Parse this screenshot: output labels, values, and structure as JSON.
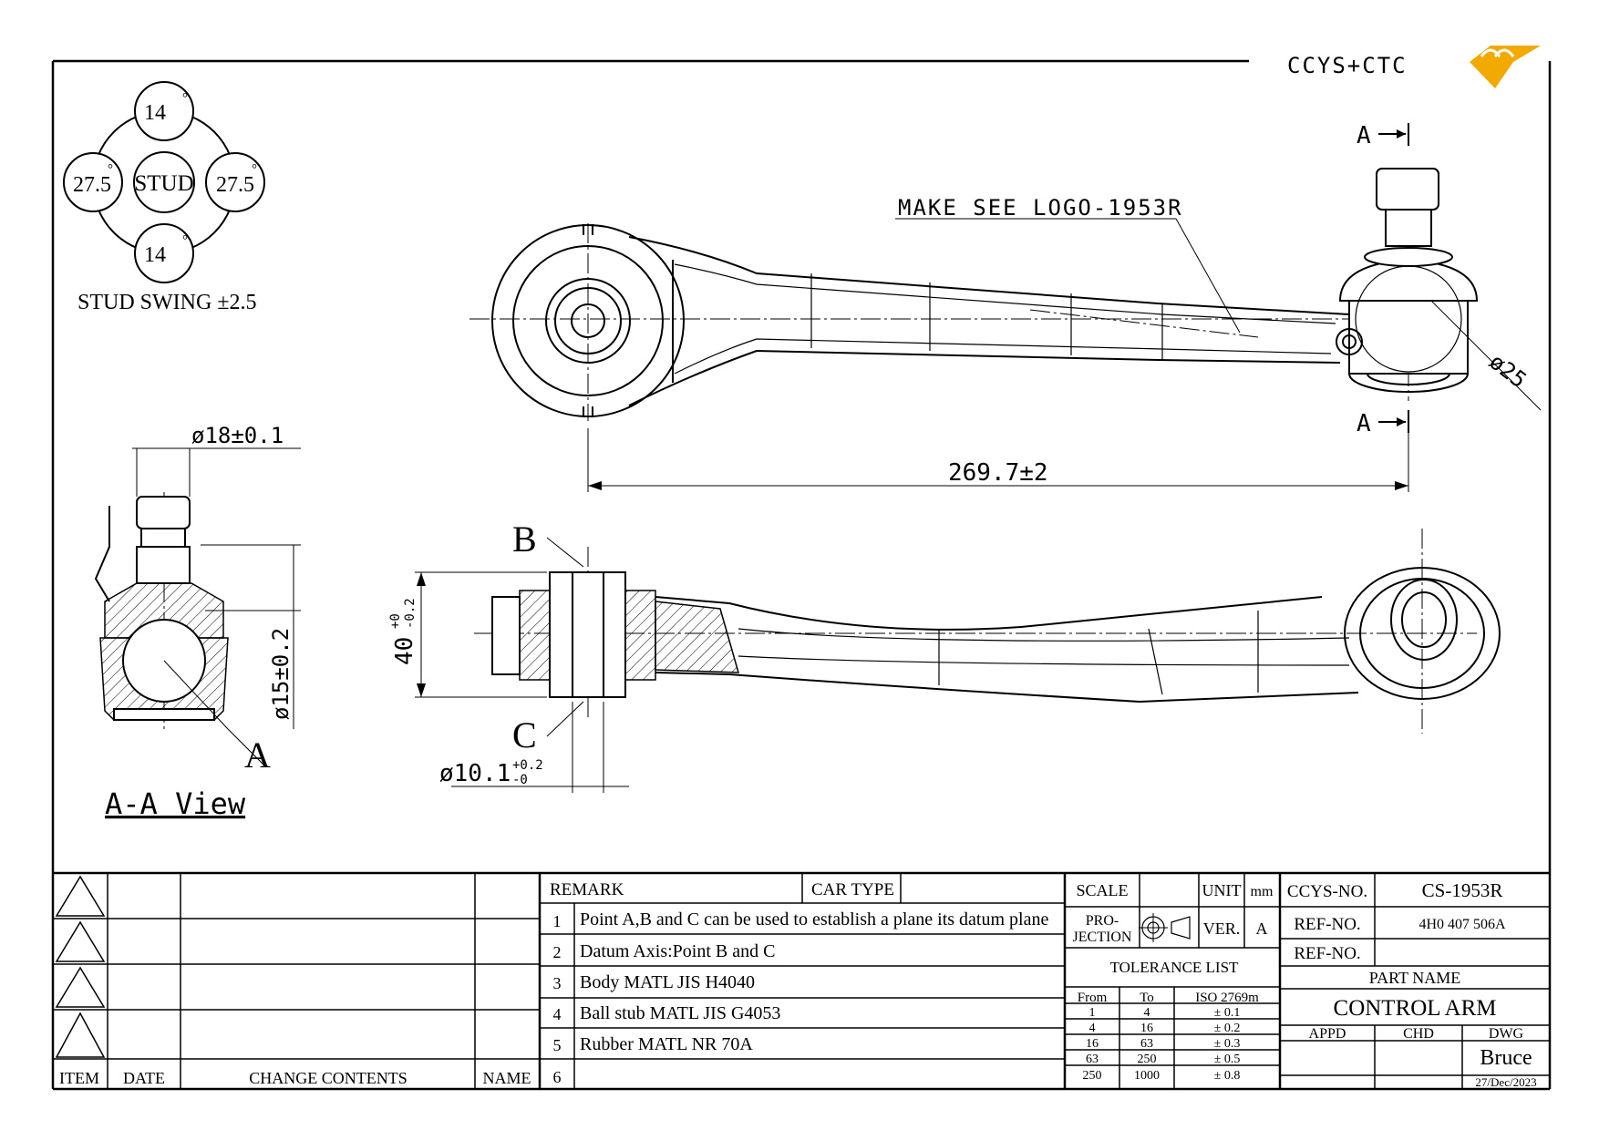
{
  "logo": {
    "text": "CCYS+CTC",
    "accent": "#f2a900"
  },
  "stud_diagram": {
    "center": "STUD",
    "top": "14",
    "bottom": "14",
    "left": "27.5",
    "right": "27.5",
    "deg": "°",
    "caption": "STUD SWING ±2.5"
  },
  "callouts": {
    "logo_note": "MAKE SEE LOGO-1953R",
    "section_a_top": "A",
    "section_a_bottom": "A",
    "dia_25": "ø25",
    "length": "269.7±2",
    "dia_18": "ø18±0.1",
    "dia_15": "ø15±0.2",
    "point_a": "A",
    "view_title": "A-A View",
    "point_b": "B",
    "point_c": "C",
    "width_40": "40",
    "width_40_tol_up": "+0",
    "width_40_tol_dn": "-0.2",
    "dia_10": "ø10.1",
    "dia_10_tol_up": "+0.2",
    "dia_10_tol_dn": "-0"
  },
  "change_table": {
    "headers": {
      "item": "ITEM",
      "date": "DATE",
      "contents": "CHANGE CONTENTS",
      "name": "NAME"
    }
  },
  "remarks": {
    "remark_label": "REMARK",
    "car_type_label": "CAR TYPE",
    "car_type_value": "",
    "items": [
      {
        "no": "1",
        "text": "Point A,B and C can be used to establish a plane its datum plane"
      },
      {
        "no": "2",
        "text": "Datum Axis:Point B and C"
      },
      {
        "no": "3",
        "text": "Body MATL JIS H4040"
      },
      {
        "no": "4",
        "text": "Ball stub MATL JIS G4053"
      },
      {
        "no": "5",
        "text": "Rubber MATL NR 70A"
      },
      {
        "no": "6",
        "text": ""
      }
    ]
  },
  "title_block": {
    "scale_label": "SCALE",
    "scale_value": "",
    "unit_label": "UNIT",
    "unit_value": "mm",
    "projection_label_1": "PRO-",
    "projection_label_2": "JECTION",
    "ver_label": "VER.",
    "ver_value": "A",
    "tolerance_title": "TOLERANCE LIST",
    "tolerance_headers": [
      "From",
      "To",
      "ISO 2769m"
    ],
    "tolerance_rows": [
      [
        "1",
        "4",
        "± 0.1"
      ],
      [
        "4",
        "16",
        "± 0.2"
      ],
      [
        "16",
        "63",
        "± 0.3"
      ],
      [
        "63",
        "250",
        "± 0.5"
      ],
      [
        "250",
        "1000",
        "± 0.8"
      ]
    ],
    "ccys_no_label": "CCYS-NO.",
    "ccys_no_value": "CS-1953R",
    "ref_no_label_1": "REF-NO.",
    "ref_no_value_1": "4H0 407 506A",
    "ref_no_label_2": "REF-NO.",
    "ref_no_value_2": "",
    "part_name_label": "PART NAME",
    "part_name_value": "CONTROL ARM",
    "appd_label": "APPD",
    "chd_label": "CHD",
    "dwg_label": "DWG",
    "dwg_name": "Bruce",
    "dwg_date": "27/Dec/2023"
  }
}
